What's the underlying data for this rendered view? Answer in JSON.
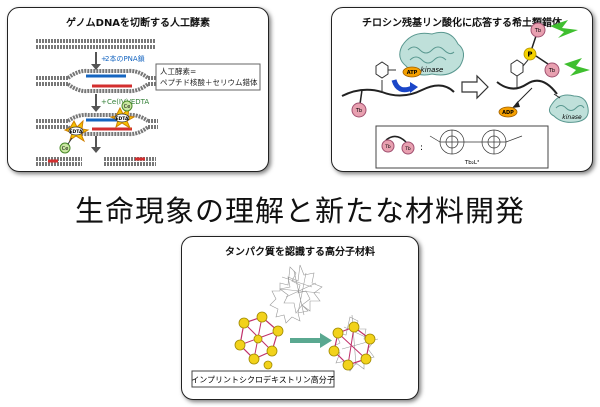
{
  "main_title": "生命現象の理解と新たな材料開発",
  "panels": {
    "dna": {
      "title": "ゲノムDNAを切断する人工酵素",
      "step1": "2本のPNA鎖",
      "step2": "Ce(IV)/EDTA",
      "box_line1": "人工酵素=",
      "box_line2": "ペプチド核酸＋セリウム錯体",
      "label_ce": "Ce",
      "label_edta": "EDTA"
    },
    "tyrosine": {
      "title": "チロシン残基リン酸化に応答する希土類錯体",
      "kinase": "kinase",
      "atp": "ATP",
      "adp": "ADP",
      "tb": "Tb",
      "p": "P",
      "complex_formula": "Tb₂L³"
    },
    "protein": {
      "title": "タンパク質を認識する高分子材料",
      "caption": "インプリントシクロデキストリン高分子"
    }
  },
  "colors": {
    "dna_blue": "#1565c0",
    "dna_red": "#d32f2f",
    "step_green": "#2e7d32",
    "lanthanide_pink": "#e8a0b0",
    "kinase_teal": "#7fb8b0",
    "arrow_teal": "#5aa890",
    "atp_orange": "#f5a000",
    "flash_green": "#3fbf2f",
    "cd_yellow": "#f2d21b"
  }
}
